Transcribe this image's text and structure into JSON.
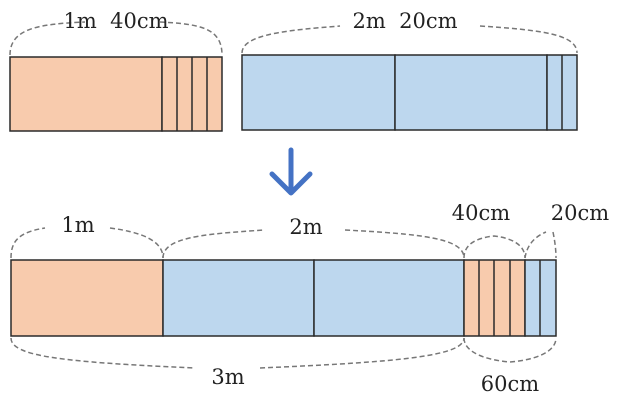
{
  "colors": {
    "orange": "#f8cbad",
    "blue": "#bdd7ee",
    "outline": "#2a2a2a",
    "brace": "#777777",
    "arrow": "#4472c4"
  },
  "icons": {
    "transform_arrow": "arrow-down-icon"
  },
  "top_row": {
    "left_label": "1m  40cm",
    "right_label": "2m  20cm"
  },
  "bottom_row": {
    "label_1m": "1m",
    "label_2m": "2m",
    "label_40cm": "40cm",
    "label_20cm": "20cm",
    "label_3m": "3m",
    "label_60cm": "60cm"
  }
}
